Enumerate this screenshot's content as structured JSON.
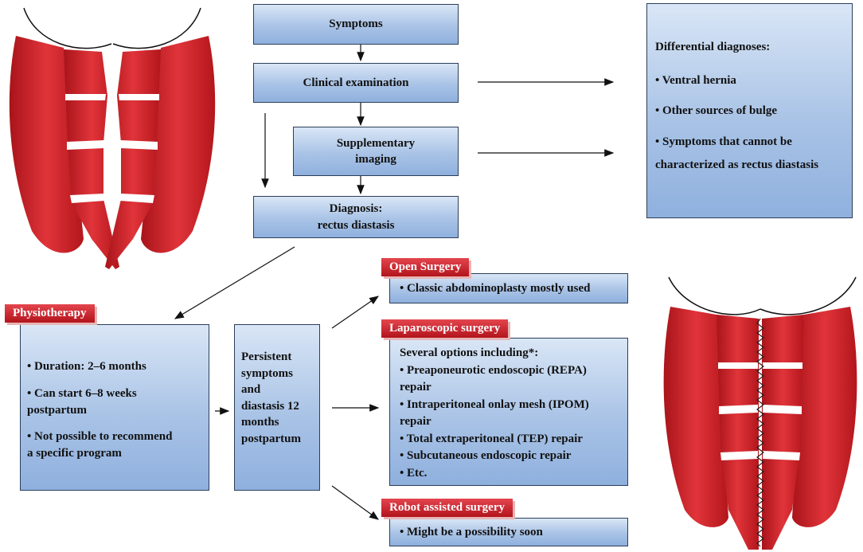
{
  "flow": {
    "symptoms": "Symptoms",
    "clinical_exam": "Clinical examination",
    "supp_imaging_1": "Supplementary",
    "supp_imaging_2": "imaging",
    "diagnosis_1": "Diagnosis:",
    "diagnosis_2": "rectus diastasis"
  },
  "differential": {
    "title": "Differential diagnoses:",
    "items": [
      "• Ventral hernia",
      "• Other sources of bulge",
      "• Symptoms that cannot be",
      "characterized as rectus diastasis"
    ]
  },
  "physiotherapy": {
    "tag": "Physiotherapy",
    "lines": [
      "• Duration: 2–6 months",
      "• Can start 6–8 weeks",
      "postpartum",
      "• Not possible to recommend",
      "a specific program"
    ]
  },
  "persistent": {
    "lines": [
      "Persistent",
      "symptoms",
      "and",
      "diastasis 12",
      "months",
      "postpartum"
    ]
  },
  "open_surgery": {
    "tag": "Open Surgery",
    "text": "• Classic abdominoplasty mostly used"
  },
  "laparoscopic": {
    "tag": "Laparoscopic surgery",
    "lines": [
      "Several options including*:",
      "• Preaponeurotic endoscopic (REPA)",
      "repair",
      "• Intraperitoneal onlay mesh (IPOM)",
      "repair",
      "• Total extraperitoneal (TEP) repair",
      "• Subcutaneous endoscopic repair",
      "• Etc."
    ]
  },
  "robot": {
    "tag": "Robot assisted surgery",
    "text": "• Might be a possibility soon"
  },
  "colors": {
    "box_gradient_top": "#d9e6f6",
    "box_gradient_bottom": "#8fb0de",
    "tag_red": "#c4161f",
    "muscle_red": "#cf1f24"
  }
}
